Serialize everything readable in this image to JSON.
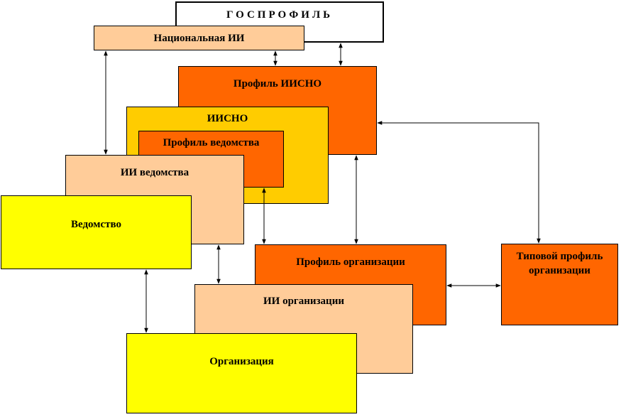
{
  "nodes": {
    "gosprofil": "ГОСПРОФИЛЬ",
    "national_ii": "Национальная ИИ",
    "profile_iisno": "Профиль ИИСНО",
    "iisno": "ИИСНО",
    "profile_vedomstva": "Профиль ведомства",
    "ii_vedomstva": "ИИ ведомства",
    "vedomstvo": "Ведомство",
    "profile_organization": "Профиль организации",
    "typical_profile": "Типовой профиль организации",
    "ii_organization": "ИИ организации",
    "organization": "Организация"
  },
  "colors": {
    "white": "#ffffff",
    "peach": "#ffcc99",
    "orange": "#ff6600",
    "gold": "#ffcc00",
    "yellow": "#ffff00"
  },
  "connections": [
    {
      "from": "national_ii",
      "to": "ii_vedomstva",
      "type": "bidirectional"
    },
    {
      "from": "national_ii",
      "to": "profile_iisno",
      "type": "bidirectional"
    },
    {
      "from": "gosprofil",
      "to": "profile_iisno",
      "type": "bidirectional"
    },
    {
      "from": "profile_iisno",
      "to": "typical_profile",
      "type": "bidirectional"
    },
    {
      "from": "profile_iisno",
      "to": "profile_organization",
      "type": "bidirectional"
    },
    {
      "from": "profile_vedomstva",
      "to": "profile_organization",
      "type": "bidirectional"
    },
    {
      "from": "ii_vedomstva",
      "to": "ii_organization",
      "type": "bidirectional"
    },
    {
      "from": "vedomstvo",
      "to": "organization",
      "type": "bidirectional"
    },
    {
      "from": "profile_organization",
      "to": "typical_profile",
      "type": "bidirectional"
    }
  ]
}
